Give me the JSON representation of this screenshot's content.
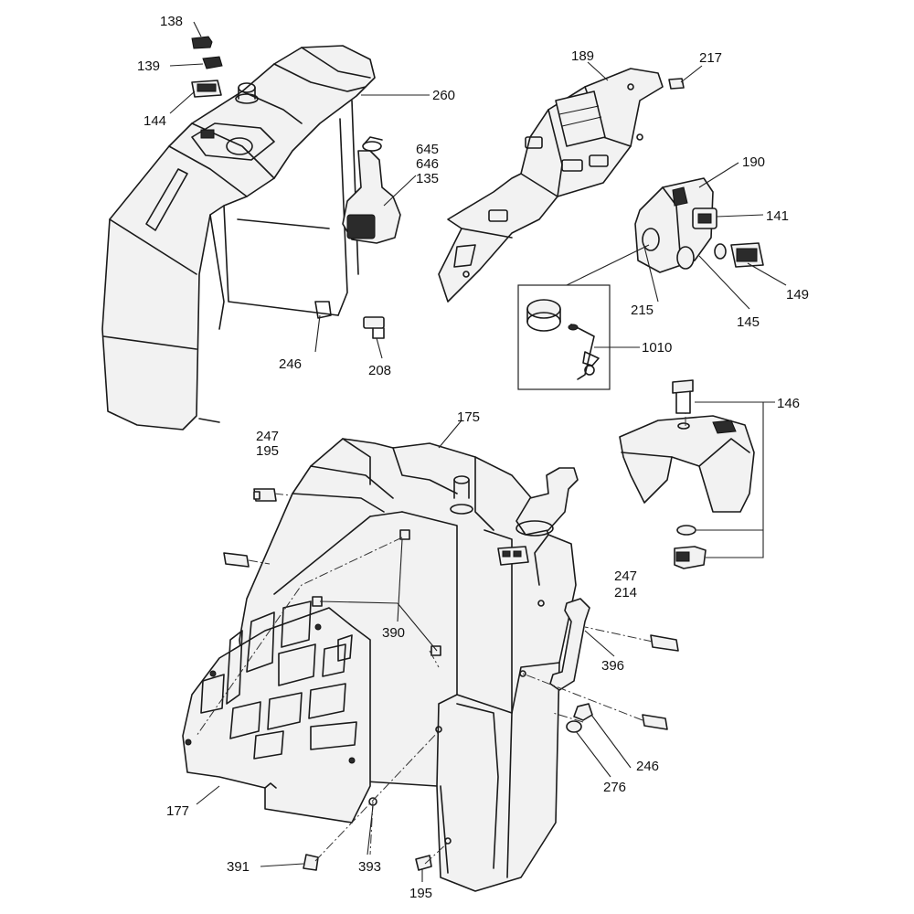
{
  "callouts": {
    "c138": "138",
    "c139": "139",
    "c144": "144",
    "c260": "260",
    "c645": "645",
    "c646": "646",
    "c135": "135",
    "c246a": "246",
    "c208": "208",
    "c189": "189",
    "c217": "217",
    "c190": "190",
    "c141": "141",
    "c149": "149",
    "c215": "215",
    "c145": "145",
    "c1010": "1010",
    "c146": "146",
    "c247a": "247",
    "c195a": "195",
    "c175": "175",
    "c247b": "247",
    "c214": "214",
    "c390": "390",
    "c396": "396",
    "c246b": "246",
    "c276": "276",
    "c177": "177",
    "c391": "391",
    "c393": "393",
    "c195b": "195"
  }
}
